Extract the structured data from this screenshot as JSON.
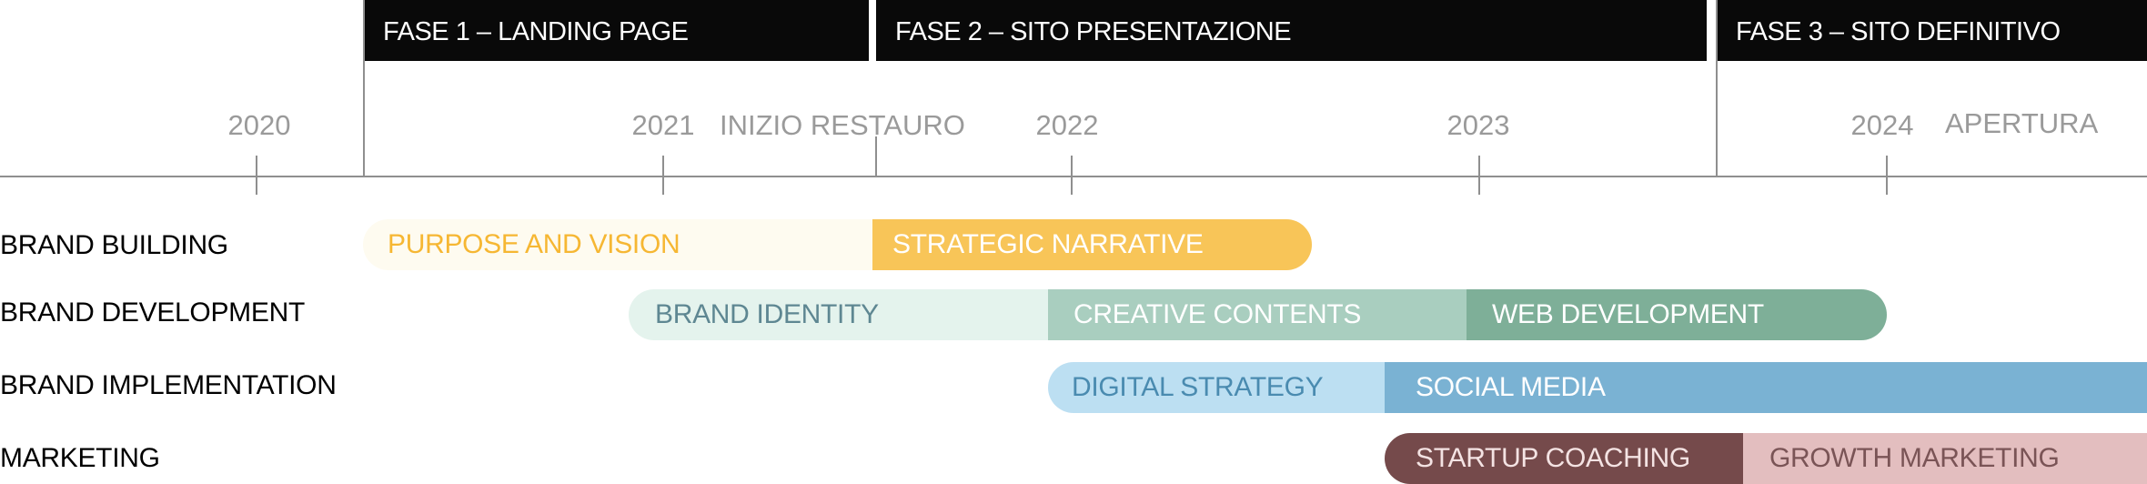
{
  "phases": [
    {
      "label": "FASE 1 – LANDING PAGE"
    },
    {
      "label": "FASE 2 – SITO PRESENTAZIONE"
    },
    {
      "label": "FASE 3 – SITO DEFINITIVO"
    }
  ],
  "timeline": {
    "years": [
      "2020",
      "2021",
      "2022",
      "2023",
      "2024"
    ],
    "milestones": [
      {
        "label": "INIZIO RESTAURO"
      },
      {
        "label": "APERTURA"
      }
    ]
  },
  "rows": [
    {
      "label": "BRAND BUILDING"
    },
    {
      "label": "BRAND DEVELOPMENT"
    },
    {
      "label": "BRAND IMPLEMENTATION"
    },
    {
      "label": "MARKETING"
    }
  ],
  "tasks": {
    "brand_building": [
      {
        "label": "PURPOSE AND VISION",
        "bg": "#FEFBF0",
        "fg": "#F6B733"
      },
      {
        "label": "STRATEGIC NARRATIVE",
        "bg": "#F8C558",
        "fg": "#FFFFFF"
      }
    ],
    "brand_development": [
      {
        "label": "BRAND IDENTITY",
        "bg": "#E4F3ED",
        "fg": "#5E8792"
      },
      {
        "label": "CREATIVE CONTENTS",
        "bg": "#A9CEBF",
        "fg": "#FFFFFF"
      },
      {
        "label": "WEB DEVELOPMENT",
        "bg": "#7EAF98",
        "fg": "#FFFFFF"
      }
    ],
    "brand_implementation": [
      {
        "label": "DIGITAL STRATEGY",
        "bg": "#BCDFF2",
        "fg": "#4A8BB0"
      },
      {
        "label": "SOCIAL MEDIA",
        "bg": "#7AB2D3",
        "fg": "#FFFFFF"
      }
    ],
    "marketing": [
      {
        "label": "STARTUP COACHING",
        "bg": "#754A4B",
        "fg": "#F4E3E3"
      },
      {
        "label": "GROWTH MARKETING",
        "bg": "#E3BEBF",
        "fg": "#7A5456"
      }
    ]
  },
  "colors": {
    "axis": "#8F8F8F",
    "phase_bg": "#090909",
    "year_text": "#9A9A9A"
  }
}
